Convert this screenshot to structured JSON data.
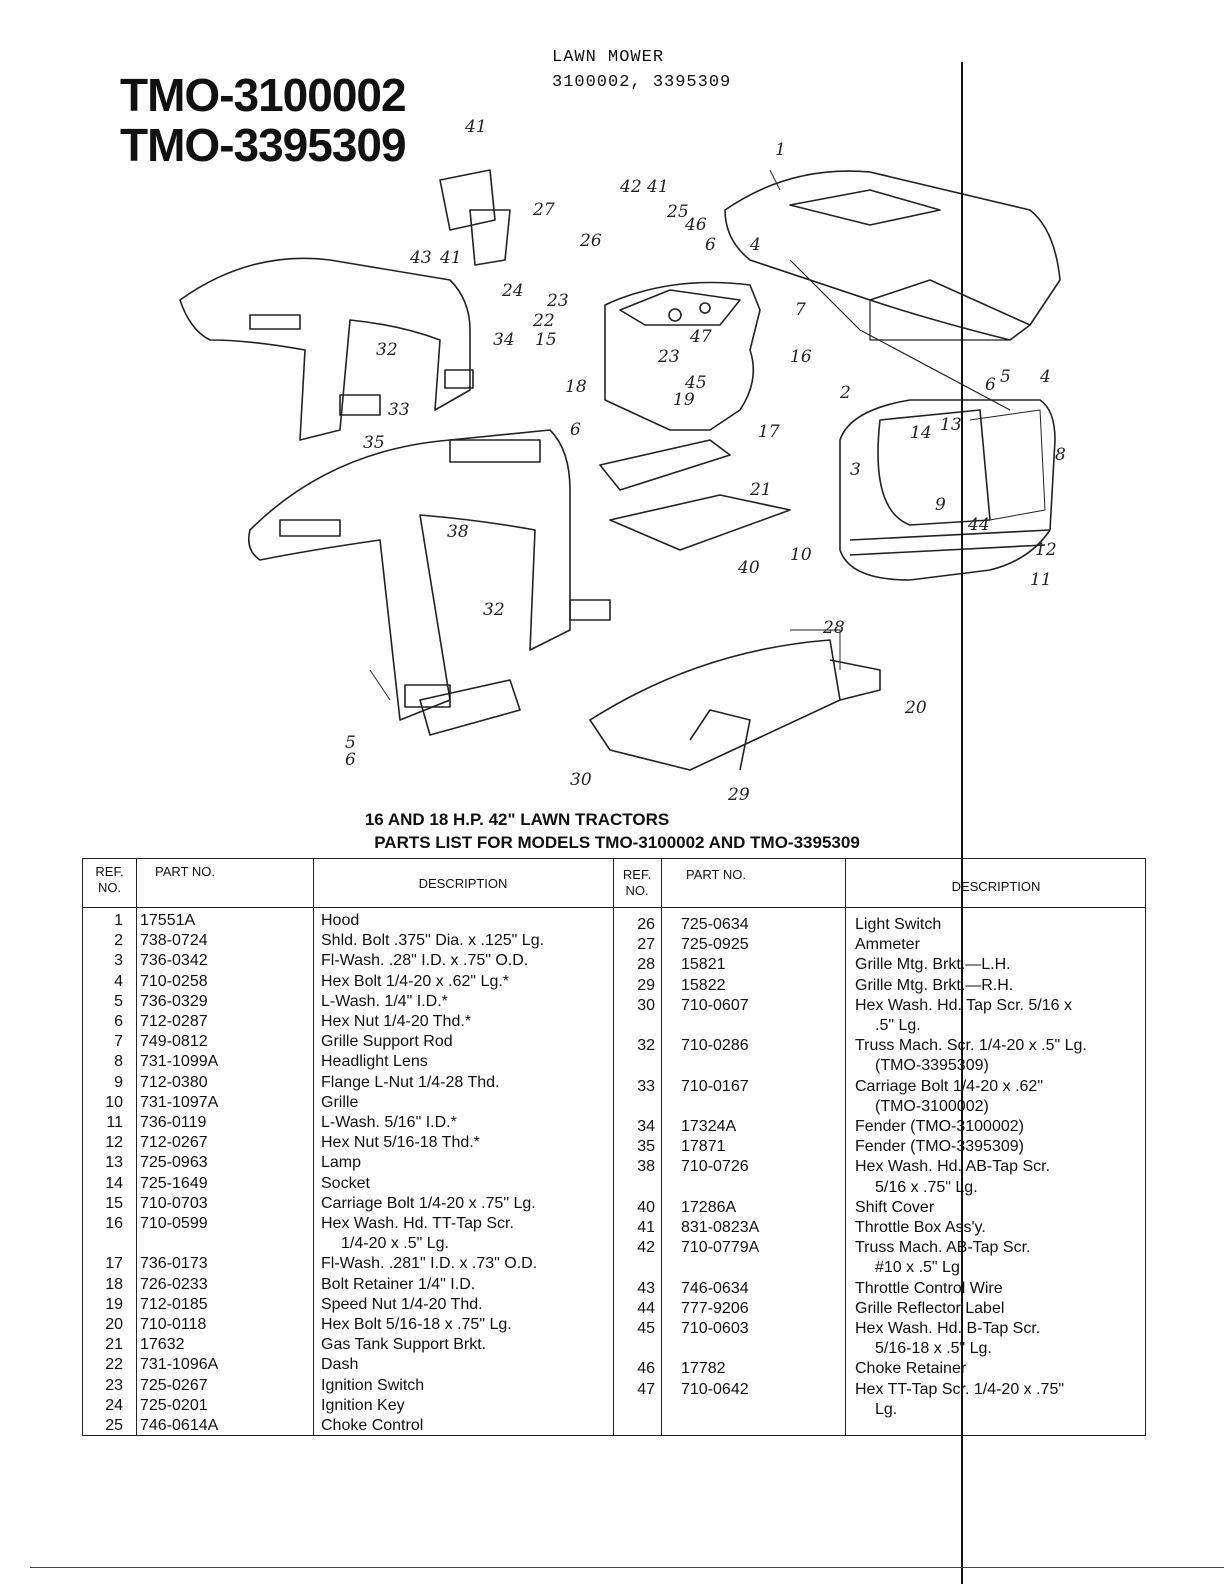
{
  "header": {
    "title_line1": "TMO-3100002",
    "title_line2": "TMO-3395309",
    "category": "LAWN MOWER",
    "models": "3100002, 3395309"
  },
  "diagram": {
    "labels": [
      "1",
      "2",
      "3",
      "4",
      "5",
      "6",
      "7",
      "8",
      "9",
      "10",
      "11",
      "12",
      "13",
      "14",
      "15",
      "16",
      "17",
      "18",
      "19",
      "20",
      "21",
      "22",
      "23",
      "24",
      "25",
      "26",
      "27",
      "28",
      "29",
      "30",
      "32",
      "33",
      "34",
      "35",
      "38",
      "40",
      "41",
      "42",
      "43",
      "44",
      "45",
      "46",
      "47"
    ]
  },
  "subtitle": {
    "line1": "16 AND 18 H.P. 42\" LAWN TRACTORS",
    "line2": "PARTS LIST FOR MODELS TMO-3100002 AND TMO-3395309"
  },
  "table": {
    "headers": {
      "ref": "REF. NO.",
      "part": "PART NO.",
      "description": "DESCRIPTION"
    },
    "left": [
      {
        "ref": "1",
        "part": "17551A",
        "desc": "Hood"
      },
      {
        "ref": "2",
        "part": "738-0724",
        "desc": "Shld. Bolt .375\" Dia. x .125\" Lg."
      },
      {
        "ref": "3",
        "part": "736-0342",
        "desc": "Fl-Wash. .28\" I.D. x .75\" O.D."
      },
      {
        "ref": "4",
        "part": "710-0258",
        "desc": "Hex Bolt 1/4-20 x .62\" Lg.*"
      },
      {
        "ref": "5",
        "part": "736-0329",
        "desc": "L-Wash. 1/4\" I.D.*"
      },
      {
        "ref": "6",
        "part": "712-0287",
        "desc": "Hex Nut 1/4-20 Thd.*"
      },
      {
        "ref": "7",
        "part": "749-0812",
        "desc": "Grille Support Rod"
      },
      {
        "ref": "8",
        "part": "731-1099A",
        "desc": "Headlight Lens"
      },
      {
        "ref": "9",
        "part": "712-0380",
        "desc": "Flange L-Nut 1/4-28 Thd."
      },
      {
        "ref": "10",
        "part": "731-1097A",
        "desc": "Grille"
      },
      {
        "ref": "11",
        "part": "736-0119",
        "desc": "L-Wash. 5/16\" I.D.*"
      },
      {
        "ref": "12",
        "part": "712-0267",
        "desc": "Hex Nut 5/16-18 Thd.*"
      },
      {
        "ref": "13",
        "part": "725-0963",
        "desc": "Lamp"
      },
      {
        "ref": "14",
        "part": "725-1649",
        "desc": "Socket"
      },
      {
        "ref": "15",
        "part": "710-0703",
        "desc": "Carriage Bolt 1/4-20 x .75\" Lg."
      },
      {
        "ref": "16",
        "part": "710-0599",
        "desc": "Hex Wash. Hd. TT-Tap Scr.",
        "cont": "1/4-20 x .5\" Lg."
      },
      {
        "ref": "17",
        "part": "736-0173",
        "desc": "Fl-Wash. .281\" I.D. x .73\" O.D."
      },
      {
        "ref": "18",
        "part": "726-0233",
        "desc": "Bolt Retainer 1/4\" I.D."
      },
      {
        "ref": "19",
        "part": "712-0185",
        "desc": "Speed Nut 1/4-20 Thd."
      },
      {
        "ref": "20",
        "part": "710-0118",
        "desc": "Hex Bolt 5/16-18 x .75\" Lg."
      },
      {
        "ref": "21",
        "part": "17632",
        "desc": "Gas Tank Support Brkt."
      },
      {
        "ref": "22",
        "part": "731-1096A",
        "desc": "Dash"
      },
      {
        "ref": "23",
        "part": "725-0267",
        "desc": "Ignition Switch"
      },
      {
        "ref": "24",
        "part": "725-0201",
        "desc": "Ignition Key"
      },
      {
        "ref": "25",
        "part": "746-0614A",
        "desc": "Choke Control"
      }
    ],
    "right": [
      {
        "ref": "26",
        "part": "725-0634",
        "desc": "Light Switch"
      },
      {
        "ref": "27",
        "part": "725-0925",
        "desc": "Ammeter"
      },
      {
        "ref": "28",
        "part": "15821",
        "desc": "Grille Mtg. Brkt.—L.H."
      },
      {
        "ref": "29",
        "part": "15822",
        "desc": "Grille Mtg. Brkt.—R.H."
      },
      {
        "ref": "30",
        "part": "710-0607",
        "desc": "Hex Wash. Hd. Tap Scr. 5/16 x",
        "cont": ".5\" Lg."
      },
      {
        "ref": "32",
        "part": "710-0286",
        "desc": "Truss Mach. Scr. 1/4-20 x .5\" Lg.",
        "cont": "(TMO-3395309)"
      },
      {
        "ref": "33",
        "part": "710-0167",
        "desc": "Carriage Bolt 1/4-20 x .62\"",
        "cont": "(TMO-3100002)"
      },
      {
        "ref": "34",
        "part": "17324A",
        "desc": "Fender (TMO-3100002)"
      },
      {
        "ref": "35",
        "part": "17871",
        "desc": "Fender (TMO-3395309)"
      },
      {
        "ref": "38",
        "part": "710-0726",
        "desc": "Hex Wash. Hd. AB-Tap Scr.",
        "cont": "5/16 x .75\" Lg."
      },
      {
        "ref": "40",
        "part": "17286A",
        "desc": "Shift Cover"
      },
      {
        "ref": "41",
        "part": "831-0823A",
        "desc": "Throttle Box Ass'y."
      },
      {
        "ref": "42",
        "part": "710-0779A",
        "desc": "Truss Mach. AB-Tap Scr.",
        "cont": "#10 x .5\" Lg."
      },
      {
        "ref": "43",
        "part": "746-0634",
        "desc": "Throttle Control Wire"
      },
      {
        "ref": "44",
        "part": "777-9206",
        "desc": "Grille Reflector Label"
      },
      {
        "ref": "45",
        "part": "710-0603",
        "desc": "Hex Wash. Hd. B-Tap Scr.",
        "cont": "5/16-18 x .5\" Lg."
      },
      {
        "ref": "46",
        "part": "17782",
        "desc": "Choke Retainer"
      },
      {
        "ref": "47",
        "part": "710-0642",
        "desc": "Hex TT-Tap Scr. 1/4-20 x .75\"",
        "cont": "Lg."
      }
    ]
  }
}
